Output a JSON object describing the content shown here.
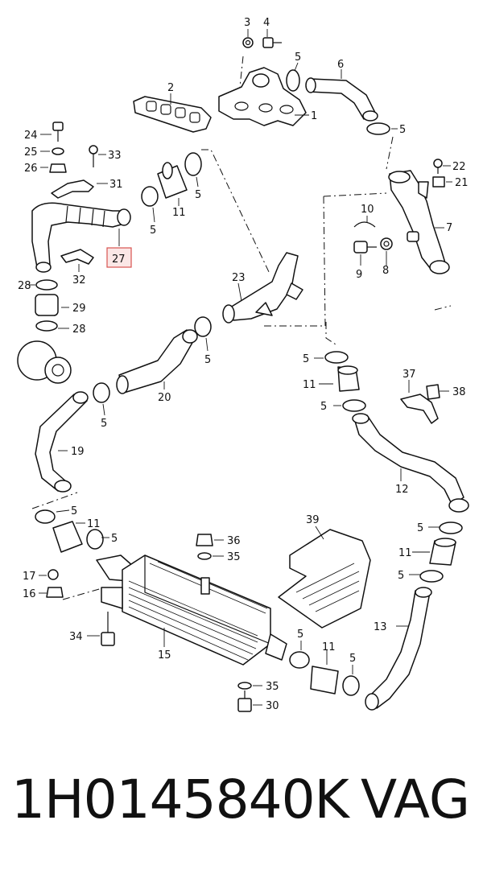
{
  "callouts": {
    "c1": "1",
    "c2": "2",
    "c3": "3",
    "c4": "4",
    "c5": "5",
    "c6": "6",
    "c7": "7",
    "c8": "8",
    "c9": "9",
    "c10": "10",
    "c11": "11",
    "c12": "12",
    "c13": "13",
    "c15": "15",
    "c16": "16",
    "c17": "17",
    "c19": "19",
    "c20": "20",
    "c21": "21",
    "c22": "22",
    "c23": "23",
    "c24": "24",
    "c25": "25",
    "c26": "26",
    "c27": "27",
    "c28": "28",
    "c29": "29",
    "c30": "30",
    "c31": "31",
    "c32": "32",
    "c33": "33",
    "c34": "34",
    "c35": "35",
    "c36": "36",
    "c37": "37",
    "c38": "38",
    "c39": "39"
  },
  "highlight_color": "#d9534f",
  "footer": {
    "part_number": "1H0145840K",
    "brand": "VAG"
  }
}
